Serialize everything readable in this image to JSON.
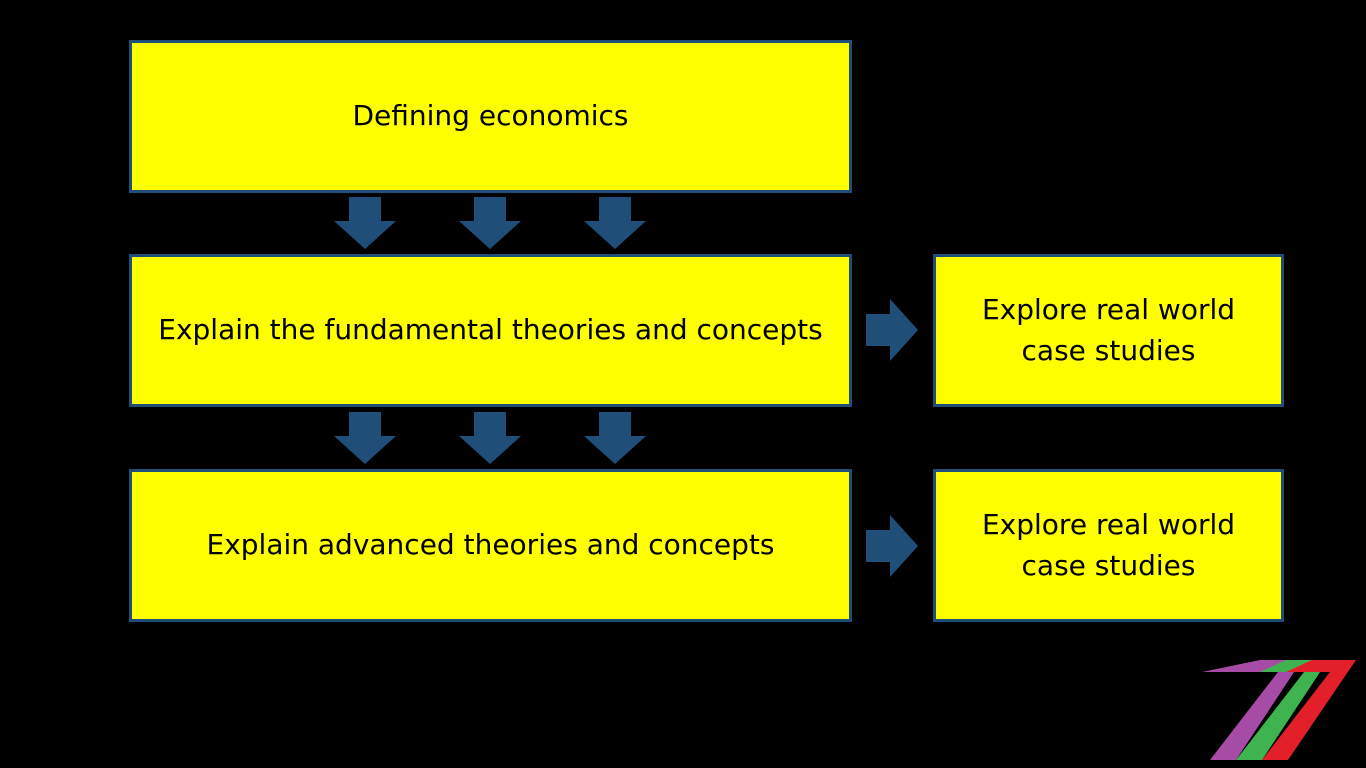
{
  "diagram": {
    "top_box": "Defining economics",
    "middle_box": "Explain the fundamental theories and concepts",
    "bottom_box": "Explain advanced theories and concepts",
    "side_box_upper": "Explore real world case studies",
    "side_box_lower": "Explore real world case studies"
  },
  "colors": {
    "background": "#000000",
    "box_fill": "#ffff00",
    "box_border": "#1f4e79",
    "arrow": "#1f4e79",
    "logo_purple": "#a64ca6",
    "logo_green": "#3fb34f",
    "logo_red": "#e3202a"
  },
  "icons": {
    "down_arrows": "arrow-down-icon",
    "right_arrows": "arrow-right-icon",
    "logo": "seven-stripes-logo"
  }
}
